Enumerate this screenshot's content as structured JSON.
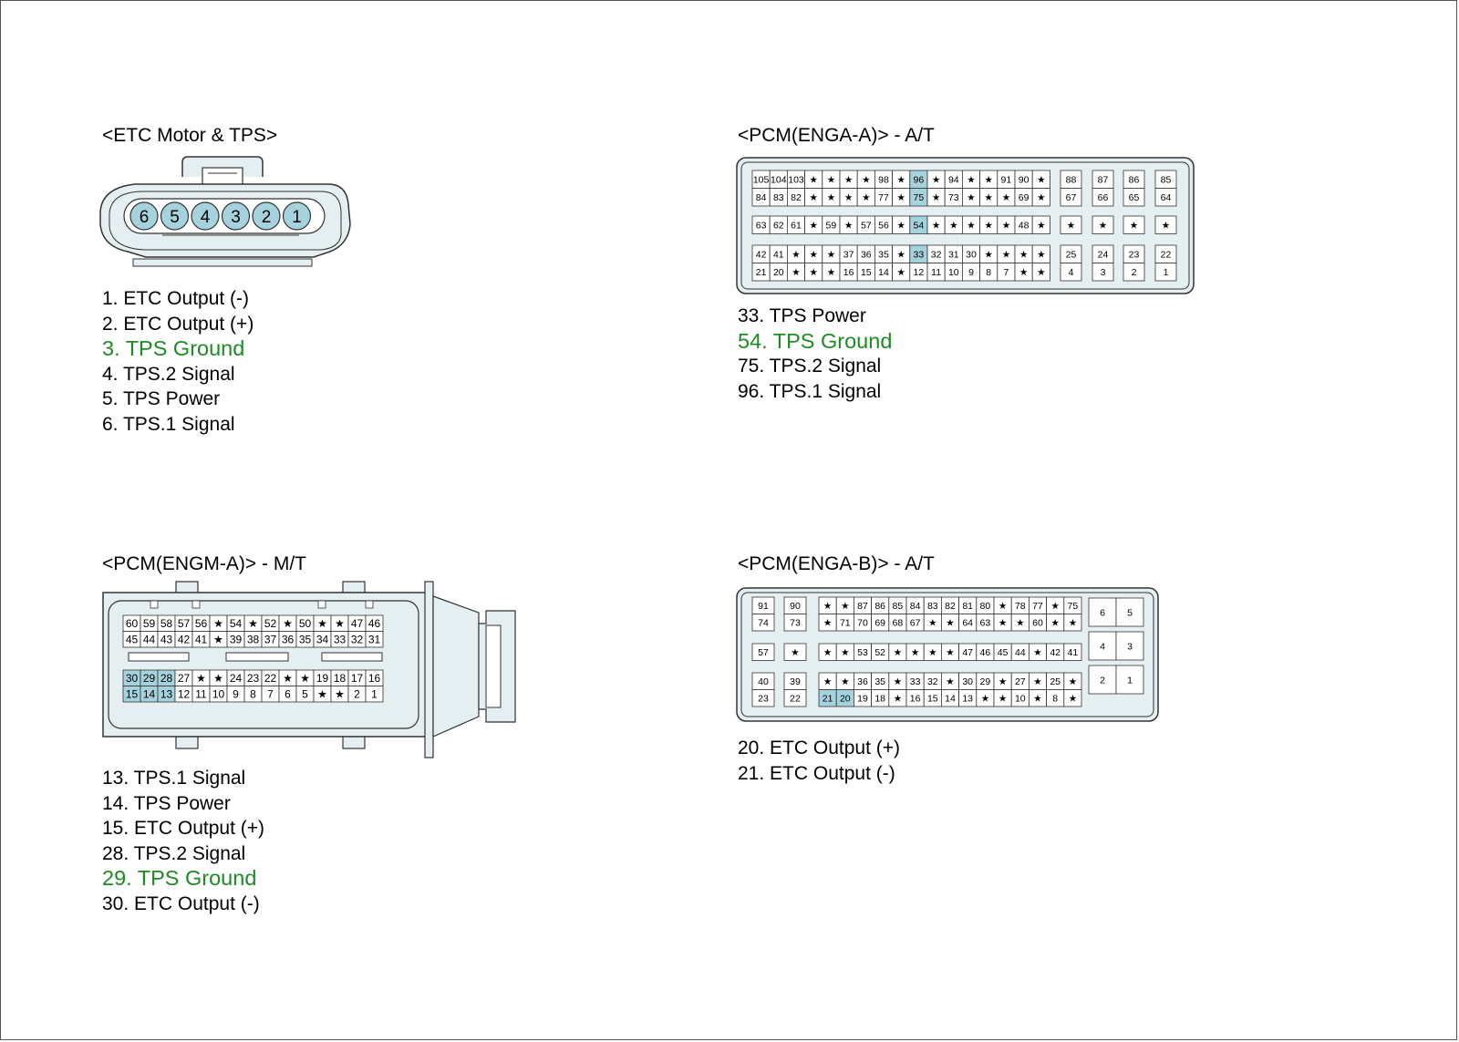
{
  "connectors": {
    "etc": {
      "title": "<ETC Motor & TPS>",
      "pins": [
        "6",
        "5",
        "4",
        "3",
        "2",
        "1"
      ],
      "desc": [
        {
          "text": "1. ETC Output (-)",
          "hl": false
        },
        {
          "text": "2. ETC Output (+)",
          "hl": false
        },
        {
          "text": "3. TPS Ground",
          "hl": true
        },
        {
          "text": "4. TPS.2 Signal",
          "hl": false
        },
        {
          "text": "5. TPS Power",
          "hl": false
        },
        {
          "text": "6. TPS.1 Signal",
          "hl": false
        }
      ]
    },
    "enga_a": {
      "title": "<PCM(ENGA-A)> - A/T",
      "rows": [
        [
          "105",
          "104",
          "103",
          "*",
          "*",
          "*",
          "*",
          "98",
          "*",
          "96",
          "*",
          "94",
          "*",
          "*",
          "91",
          "90",
          "*"
        ],
        [
          "84",
          "83",
          "82",
          "*",
          "*",
          "*",
          "*",
          "77",
          "*",
          "75",
          "*",
          "73",
          "*",
          "*",
          "*",
          "69",
          "*"
        ],
        [
          "63",
          "62",
          "61",
          "*",
          "59",
          "*",
          "57",
          "56",
          "*",
          "54",
          "*",
          "*",
          "*",
          "*",
          "*",
          "48",
          "*"
        ],
        [
          "42",
          "41",
          "*",
          "*",
          "*",
          "37",
          "36",
          "35",
          "*",
          "33",
          "32",
          "31",
          "30",
          "*",
          "*",
          "*",
          "*"
        ],
        [
          "21",
          "20",
          "*",
          "*",
          "*",
          "16",
          "15",
          "14",
          "*",
          "12",
          "11",
          "10",
          "9",
          "8",
          "7",
          "*",
          "*"
        ]
      ],
      "side": [
        [
          "88",
          "87",
          "86",
          "85"
        ],
        [
          "67",
          "66",
          "65",
          "64"
        ],
        [
          "*",
          "*",
          "*",
          "*"
        ],
        [
          "25",
          "24",
          "23",
          "22"
        ],
        [
          "4",
          "3",
          "2",
          "1"
        ]
      ],
      "highlight": [
        "96",
        "75",
        "54",
        "33"
      ],
      "desc": [
        {
          "text": "33. TPS Power",
          "hl": false
        },
        {
          "text": "54. TPS Ground",
          "hl": true
        },
        {
          "text": "75. TPS.2 Signal",
          "hl": false
        },
        {
          "text": "96. TPS.1 Signal",
          "hl": false
        }
      ]
    },
    "engm_a": {
      "title": "<PCM(ENGM-A)> - M/T",
      "rows": [
        [
          "60",
          "59",
          "58",
          "57",
          "56",
          "*",
          "54",
          "*",
          "52",
          "*",
          "50",
          "*",
          "*",
          "47",
          "46"
        ],
        [
          "45",
          "44",
          "43",
          "42",
          "41",
          "*",
          "39",
          "38",
          "37",
          "36",
          "35",
          "34",
          "33",
          "32",
          "31"
        ],
        [
          "30",
          "29",
          "28",
          "27",
          "*",
          "*",
          "24",
          "23",
          "22",
          "*",
          "*",
          "19",
          "18",
          "17",
          "16"
        ],
        [
          "15",
          "14",
          "13",
          "12",
          "11",
          "10",
          "9",
          "8",
          "7",
          "6",
          "5",
          "*",
          "*",
          "2",
          "1"
        ]
      ],
      "highlight": [
        "30",
        "29",
        "28",
        "15",
        "14",
        "13"
      ],
      "desc": [
        {
          "text": "13. TPS.1 Signal",
          "hl": false
        },
        {
          "text": "14. TPS Power",
          "hl": false
        },
        {
          "text": "15. ETC Output (+)",
          "hl": false
        },
        {
          "text": "28. TPS.2 Signal",
          "hl": false
        },
        {
          "text": "29. TPS Ground",
          "hl": true
        },
        {
          "text": "30. ETC Output (-)",
          "hl": false
        }
      ]
    },
    "enga_b": {
      "title": "<PCM(ENGA-B)> - A/T",
      "left": [
        [
          "91",
          "90"
        ],
        [
          "74",
          "73"
        ],
        [
          "57",
          "*"
        ],
        [
          "40",
          "39"
        ],
        [
          "23",
          "22"
        ]
      ],
      "rows": [
        [
          "*",
          "*",
          "87",
          "86",
          "85",
          "84",
          "83",
          "82",
          "81",
          "80",
          "*",
          "78",
          "77",
          "*",
          "75"
        ],
        [
          "*",
          "71",
          "70",
          "69",
          "68",
          "67",
          "*",
          "*",
          "64",
          "63",
          "*",
          "*",
          "60",
          "*",
          "*"
        ],
        [
          "*",
          "*",
          "53",
          "52",
          "*",
          "*",
          "*",
          "*",
          "47",
          "46",
          "45",
          "44",
          "*",
          "42",
          "41"
        ],
        [
          "*",
          "*",
          "36",
          "35",
          "*",
          "33",
          "32",
          "*",
          "30",
          "29",
          "*",
          "27",
          "*",
          "25",
          "*"
        ],
        [
          "21",
          "20",
          "19",
          "18",
          "*",
          "16",
          "15",
          "14",
          "13",
          "*",
          "*",
          "10",
          "*",
          "8",
          "*"
        ]
      ],
      "right": [
        [
          "6",
          "5"
        ],
        [
          "4",
          "3"
        ],
        [
          "2",
          "1"
        ]
      ],
      "highlight": [
        "21",
        "20"
      ],
      "desc": [
        {
          "text": "20. ETC Output (+)",
          "hl": false
        },
        {
          "text": "21. ETC Output (-)",
          "hl": false
        }
      ]
    }
  },
  "colors": {
    "body_fill": "#e5eef0",
    "pin_fill": "#a5d2dd",
    "pin_highlight": "#a5d2dd",
    "outline": "#333333",
    "ground_text": "#1d8a24"
  }
}
